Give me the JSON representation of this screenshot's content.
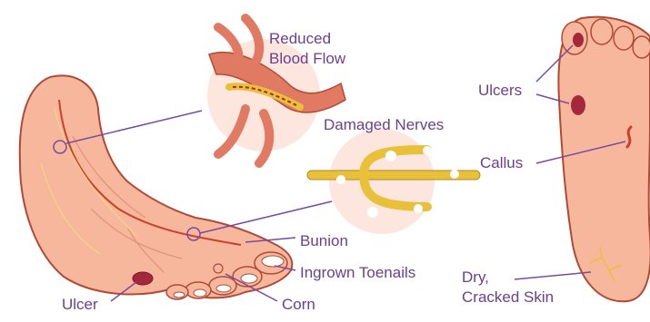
{
  "colors": {
    "label_text": "#6b3f8f",
    "leader_line": "#7a4aa0",
    "skin": "#f7b79d",
    "skin_light": "#fbd3c2",
    "skin_outline": "#b04a35",
    "vessel": "#d9705a",
    "nerve": "#e8c03a",
    "ulcer": "#a4283a",
    "highlight_circle": "#fde6dd"
  },
  "labels": {
    "reduced_blood_flow": [
      "Reduced",
      "Blood Flow"
    ],
    "damaged_nerves": "Damaged Nerves",
    "bunion": "Bunion",
    "ingrown_toenails": "Ingrown Toenails",
    "corn": "Corn",
    "ulcer": "Ulcer",
    "ulcers": "Ulcers",
    "callus": "Callus",
    "dry_cracked_skin": [
      "Dry,",
      "Cracked Skin"
    ]
  },
  "icons": [
    "foot-side-view",
    "foot-sole-view",
    "blood-vessel-icon",
    "nerve-icon"
  ]
}
